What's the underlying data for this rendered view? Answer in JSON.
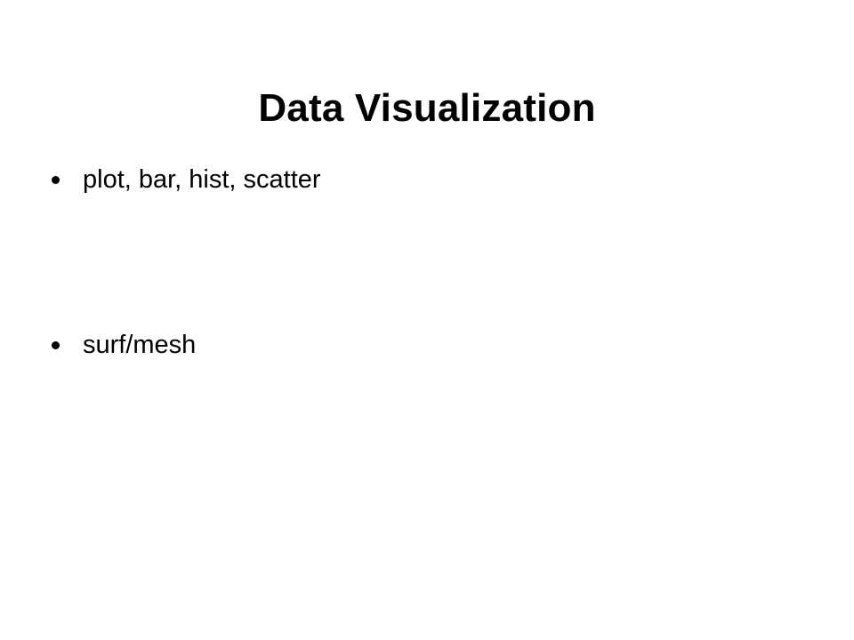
{
  "slide": {
    "title": "Data Visualization",
    "bullets": [
      "plot, bar, hist, scatter",
      "surf/mesh"
    ]
  }
}
